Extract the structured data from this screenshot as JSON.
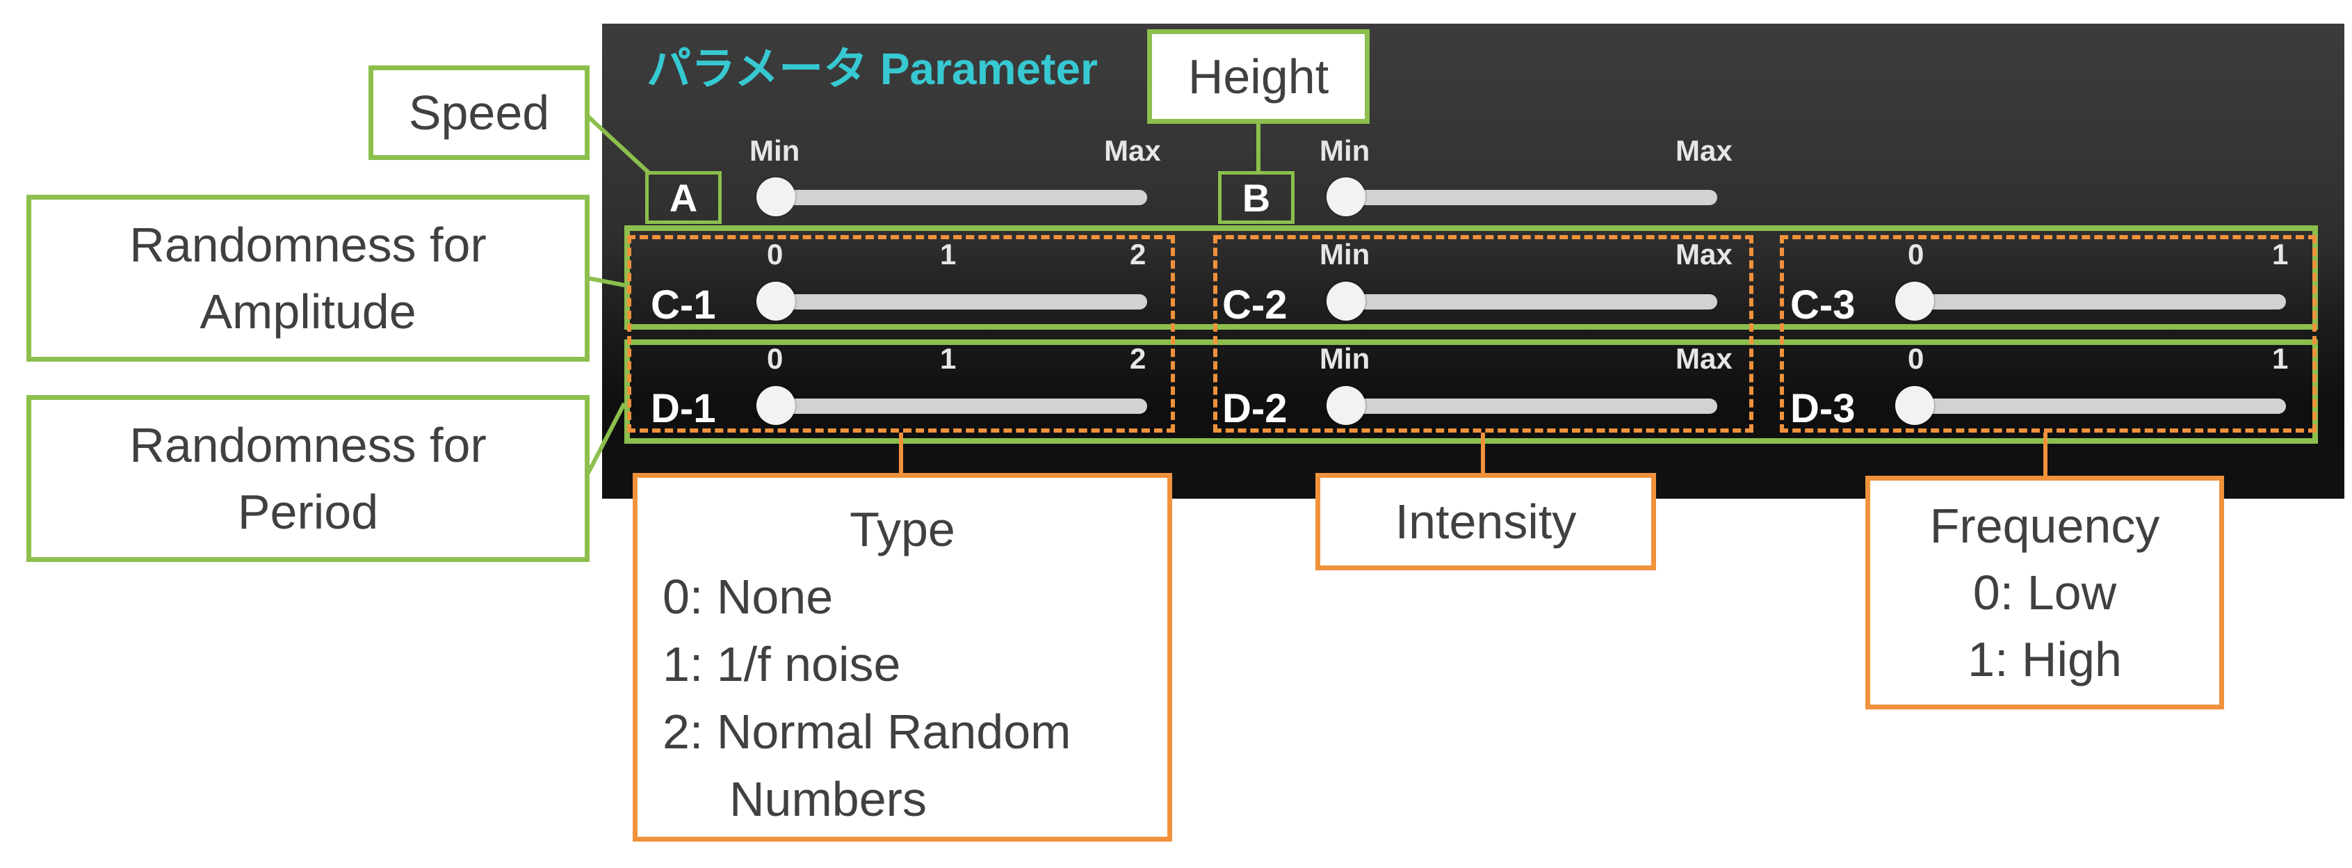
{
  "panel": {
    "title": "パラメータ Parameter"
  },
  "sliders": [
    {
      "id": "A",
      "label": "A",
      "ticks": [
        "Min",
        "Max"
      ],
      "value": 0
    },
    {
      "id": "B",
      "label": "B",
      "ticks": [
        "Min",
        "Max"
      ],
      "value": 0
    },
    {
      "id": "C-1",
      "label": "C-1",
      "ticks": [
        "0",
        "1",
        "2"
      ],
      "value": 0
    },
    {
      "id": "C-2",
      "label": "C-2",
      "ticks": [
        "Min",
        "Max"
      ],
      "value": 0
    },
    {
      "id": "C-3",
      "label": "C-3",
      "ticks": [
        "0",
        "1"
      ],
      "value": 0
    },
    {
      "id": "D-1",
      "label": "D-1",
      "ticks": [
        "0",
        "1",
        "2"
      ],
      "value": 0
    },
    {
      "id": "D-2",
      "label": "D-2",
      "ticks": [
        "Min",
        "Max"
      ],
      "value": 0
    },
    {
      "id": "D-3",
      "label": "D-3",
      "ticks": [
        "0",
        "1"
      ],
      "value": 0
    }
  ],
  "callouts": {
    "speed": "Speed",
    "height": "Height",
    "amplitude": [
      "Randomness for",
      "Amplitude"
    ],
    "period": [
      "Randomness for",
      "Period"
    ],
    "type": [
      "Type",
      "0: None",
      "1: 1/f noise",
      "2: Normal Random",
      "Numbers"
    ],
    "intensity": "Intensity",
    "frequency": [
      "Frequency",
      "0: Low",
      "1: High"
    ]
  },
  "colors": {
    "green": "#8cbf4d",
    "orange": "#f0923c",
    "title_cyan": "#37c9d2"
  }
}
